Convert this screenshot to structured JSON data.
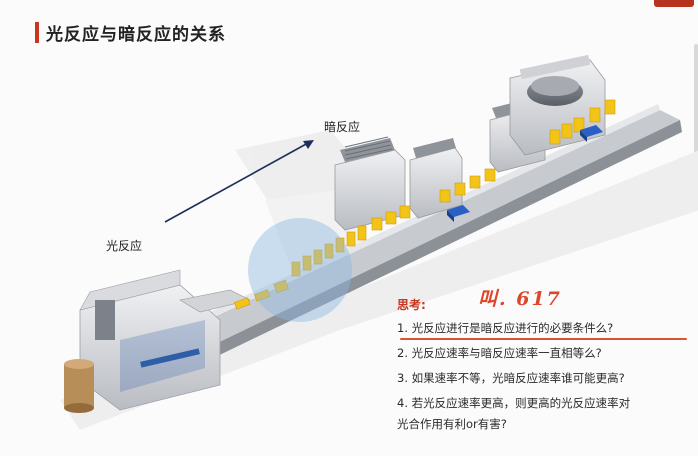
{
  "slide": {
    "title": "光反应与暗反应的关系",
    "label_light": "光反应",
    "label_dark": "暗反应",
    "think_heading": "思考:",
    "handwriting": "叫. 617",
    "questions": [
      "1. 光反应进行是暗反应进行的必要条件么?",
      "2. 光反应速率与暗反应速率一直相等么?",
      "3. 如果速率不等，光暗反应速率谁可能更高?",
      "4. 若光反应速率更高，则更高的光反应速率对",
      "光合作用有利or有害?"
    ]
  },
  "colors": {
    "accent_red": "#c8361f",
    "ink_orange": "#e0442a",
    "arrow_navy": "#1f2f5c",
    "product_yellow": "#f2c418",
    "highlight_circle": "#8fb7e0"
  },
  "icons": [
    "production-line-illustration",
    "arrow-icon",
    "magnifier-circle"
  ]
}
